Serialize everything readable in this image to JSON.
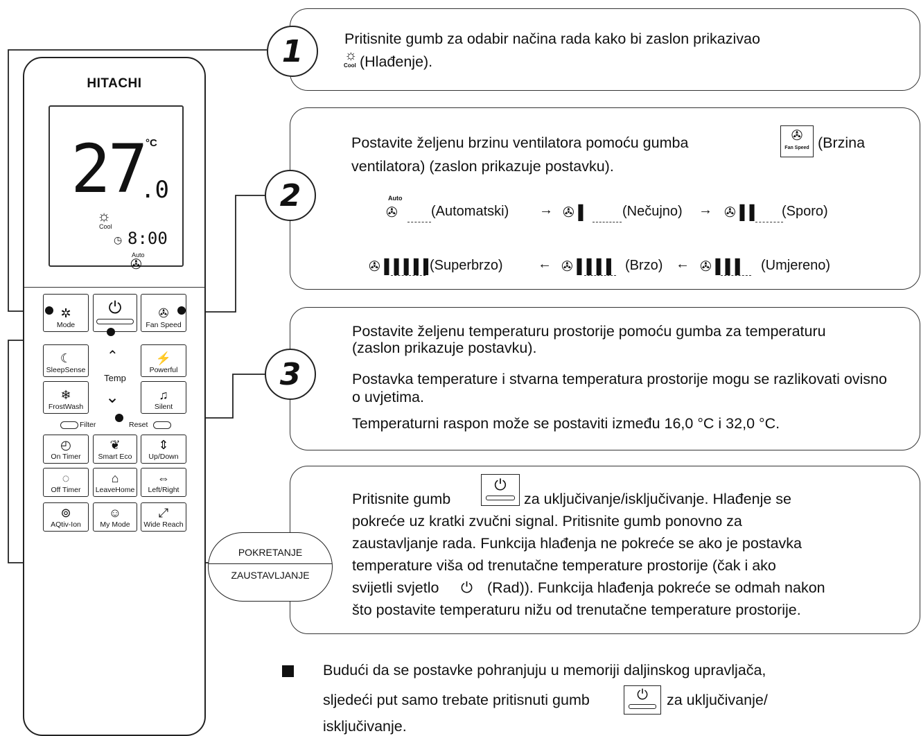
{
  "remote": {
    "brand": "HITACHI",
    "lcd": {
      "temp": "27",
      "unit": "°C",
      "decimal": ".0",
      "mode_label": "Cool",
      "time": "8:00",
      "fan_label": "Auto"
    },
    "buttons": [
      {
        "id": "mode",
        "label": "Mode"
      },
      {
        "id": "power",
        "label": ""
      },
      {
        "id": "fan-speed",
        "label": "Fan Speed"
      },
      {
        "id": "sleepsense",
        "label": "SleepSense"
      },
      {
        "id": "temp",
        "label": "Temp"
      },
      {
        "id": "powerful",
        "label": "Powerful"
      },
      {
        "id": "frostwash",
        "label": "FrostWash"
      },
      {
        "id": "silent",
        "label": "Silent"
      },
      {
        "id": "on-timer",
        "label": "On Timer"
      },
      {
        "id": "smart-eco",
        "label": "Smart Eco"
      },
      {
        "id": "up-down",
        "label": "Up/Down"
      },
      {
        "id": "off-timer",
        "label": "Off Timer"
      },
      {
        "id": "leavehome",
        "label": "LeaveHome"
      },
      {
        "id": "left-right",
        "label": "Left/Right"
      },
      {
        "id": "aqtiv-ion",
        "label": "AQtiv-Ion"
      },
      {
        "id": "my-mode",
        "label": "My Mode"
      },
      {
        "id": "wide-reach",
        "label": "Wide Reach"
      }
    ],
    "filter_label": "Filter",
    "reset_label": "Reset"
  },
  "steps": {
    "s1": {
      "num": "1",
      "text_a": "Pritisnite gumb za odabir načina rada kako bi zaslon prikazivao",
      "icon_label": "Cool",
      "text_b": "(Hlađenje)."
    },
    "s2": {
      "num": "2",
      "text_a": "Postavite željenu brzinu ventilatora pomoću gumba",
      "icon_label": "Fan Speed",
      "text_b": "(Brzina",
      "text_c": "ventilatora) (zaslon prikazuje postavku).",
      "auto_label": "Auto",
      "speeds": [
        "(Automatski)",
        "(Nečujno)",
        "(Sporo)",
        "(Umjereno)",
        "(Brzo)",
        "(Superbrzo)"
      ]
    },
    "s3": {
      "num": "3",
      "p1": "Postavite željenu temperaturu prostorije pomoću gumba za temperaturu (zaslon prikazuje postavku).",
      "p2": "Postavka temperature i stvarna temperatura prostorije mogu se razlikovati ovisno o uvjetima.",
      "p3": "Temperaturni raspon može se postaviti između 16,0 °C i 32,0 °C."
    },
    "s4": {
      "start_label": "POKRETANJE",
      "stop_label": "ZAUSTAVLJANJE",
      "text_a": "Pritisnite gumb",
      "text_b": "za uključivanje/isključivanje. Hlađenje se",
      "text_c": "pokreće uz kratki zvučni signal. Pritisnite gumb ponovno za",
      "text_d": "zaustavljanje rada. Funkcija hlađenja ne pokreće se ako je postavka",
      "text_e": "temperature viša od trenutačne temperature prostorije (čak i ako",
      "text_f": "svijetli svjetlo",
      "text_g": "(Rad)). Funkcija hlađenja pokreće se odmah nakon",
      "text_h": "što postavite temperaturu nižu od trenutačne temperature prostorije."
    }
  },
  "note": {
    "text_a": "Budući da se postavke pohranjuju u memoriji daljinskog upravljača,",
    "text_b": "sljedeći put samo trebate pritisnuti gumb",
    "text_c": "za uključivanje/",
    "text_d": "isključivanje."
  }
}
